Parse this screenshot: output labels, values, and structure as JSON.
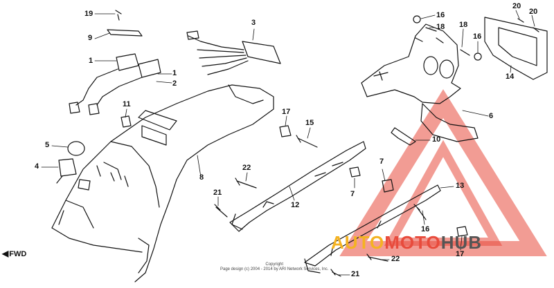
{
  "diagram": {
    "callouts": [
      {
        "id": "c-19",
        "text": "19"
      },
      {
        "id": "c-9",
        "text": "9"
      },
      {
        "id": "c-1a",
        "text": "1"
      },
      {
        "id": "c-1b",
        "text": "1"
      },
      {
        "id": "c-2",
        "text": "2"
      },
      {
        "id": "c-3",
        "text": "3"
      },
      {
        "id": "c-11",
        "text": "11"
      },
      {
        "id": "c-5",
        "text": "5"
      },
      {
        "id": "c-4",
        "text": "4"
      },
      {
        "id": "c-8",
        "text": "8"
      },
      {
        "id": "c-17a",
        "text": "17"
      },
      {
        "id": "c-15a",
        "text": "15"
      },
      {
        "id": "c-22a",
        "text": "22"
      },
      {
        "id": "c-21a",
        "text": "21"
      },
      {
        "id": "c-12",
        "text": "12"
      },
      {
        "id": "c-7a",
        "text": "7"
      },
      {
        "id": "c-16a",
        "text": "16"
      },
      {
        "id": "c-18a",
        "text": "18"
      },
      {
        "id": "c-16b",
        "text": "16"
      },
      {
        "id": "c-18b",
        "text": "18"
      },
      {
        "id": "c-20a",
        "text": "20"
      },
      {
        "id": "c-20b",
        "text": "20"
      },
      {
        "id": "c-14",
        "text": "14"
      },
      {
        "id": "c-6",
        "text": "6"
      },
      {
        "id": "c-10",
        "text": "10"
      },
      {
        "id": "c-7b",
        "text": "7"
      },
      {
        "id": "c-13",
        "text": "13"
      },
      {
        "id": "c-16c",
        "text": "16"
      },
      {
        "id": "c-22b",
        "text": "22"
      },
      {
        "id": "c-17b",
        "text": "17"
      },
      {
        "id": "c-21b",
        "text": "21"
      }
    ],
    "fwd_label": "FWD"
  },
  "watermark": {
    "part1": "AUTO",
    "part2": "MOTO",
    "part3": "HUB",
    "colors": {
      "auto": "#f4b322",
      "moto": "#e84b3c",
      "hub": "#555555",
      "triangle": "#e84b3c"
    }
  },
  "copyright": {
    "line1": "Copyright",
    "line2": "Page design (c) 2004 - 2014 by ARI Network Services, Inc."
  }
}
